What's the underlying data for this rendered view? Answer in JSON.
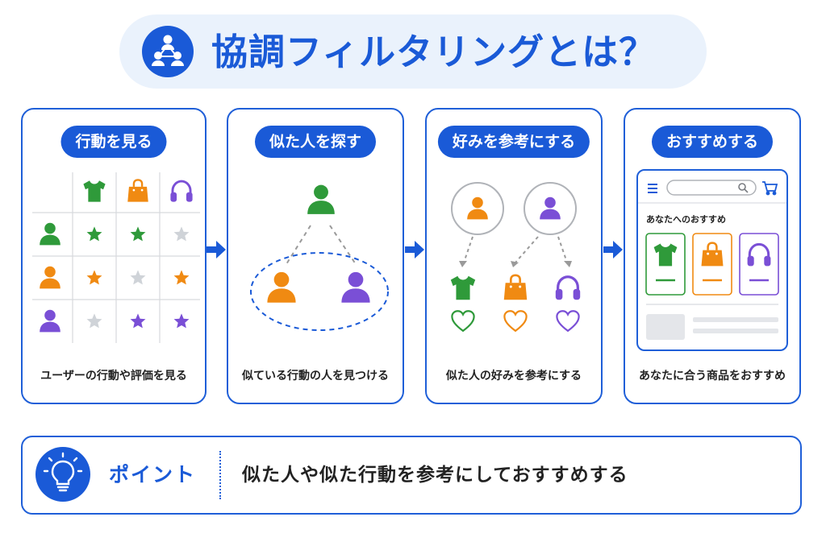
{
  "title": "協調フィルタリングとは？",
  "steps": [
    {
      "label": "行動を見る",
      "caption": "ユーザーの行動や評価を見る"
    },
    {
      "label": "似た人を探す",
      "caption": "似ている行動の人を見つける"
    },
    {
      "label": "好みを参考にする",
      "caption": "似た人の好みを参考にする"
    },
    {
      "label": "おすすめする",
      "caption": "あなたに合う商品をおすすめ"
    }
  ],
  "shop": {
    "section_title": "あなたへのおすすめ"
  },
  "point": {
    "label": "ポイント",
    "text": "似た人や似た行動を参考にしておすすめする"
  },
  "colors": {
    "primary": "#1a5ad7",
    "green": "#2f9a3a",
    "orange": "#f08a12",
    "purple": "#7a4fd6",
    "gray_star": "#cfd3d8"
  },
  "rating_matrix": {
    "users": [
      "green-user",
      "orange-user",
      "purple-user"
    ],
    "items": [
      "tshirt",
      "bag",
      "headphones"
    ],
    "rows": [
      [
        "green",
        "green",
        "gray"
      ],
      [
        "orange",
        "gray",
        "orange"
      ],
      [
        "gray",
        "purple",
        "purple"
      ]
    ]
  }
}
